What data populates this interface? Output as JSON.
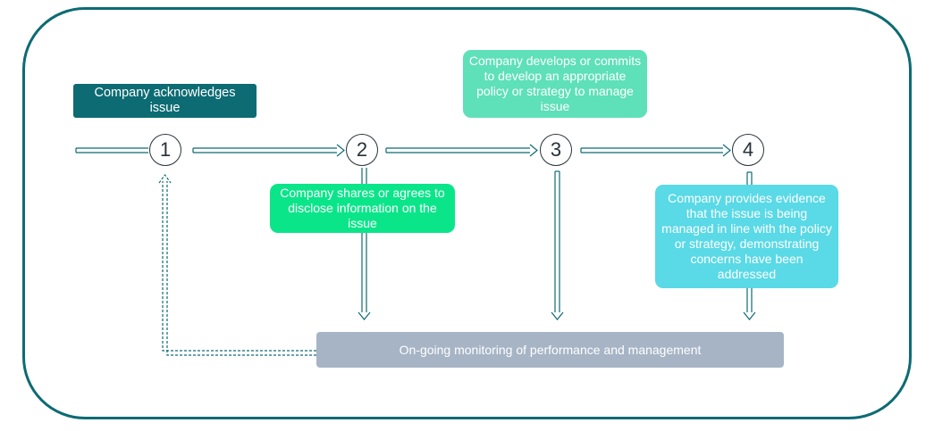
{
  "colors": {
    "frame": "#0d6b73",
    "acknowledge": "#0d6b73",
    "develop": "#5ee0b8",
    "share": "#0be58a",
    "evidence": "#5ad9e6",
    "monitor": "#a6b4c5",
    "arrow": "#0d6b73"
  },
  "steps": [
    "1",
    "2",
    "3",
    "4"
  ],
  "boxes": {
    "acknowledge": "Company acknowledges issue",
    "develop": "Company develops or commits to develop an appropriate policy or strategy to manage issue",
    "share": "Company shares or agrees to disclose information on the issue",
    "evidence": "Company provides evidence that the issue is being managed in line with the policy or strategy, demonstrating  concerns have been addressed",
    "monitor": "On-going monitoring of performance and management"
  }
}
